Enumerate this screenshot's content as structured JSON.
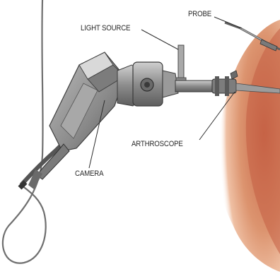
{
  "labels": {
    "light_source": "LIGHT SOURCE",
    "probe": "PROBE",
    "arthroscope": "ARTHROSCOPE",
    "camera": "CAMERA"
  },
  "colors": {
    "skin": "#d98a6a",
    "device_metal": "#9a9a9a",
    "cable": "#6f6f6f",
    "background": "#ffffff"
  }
}
